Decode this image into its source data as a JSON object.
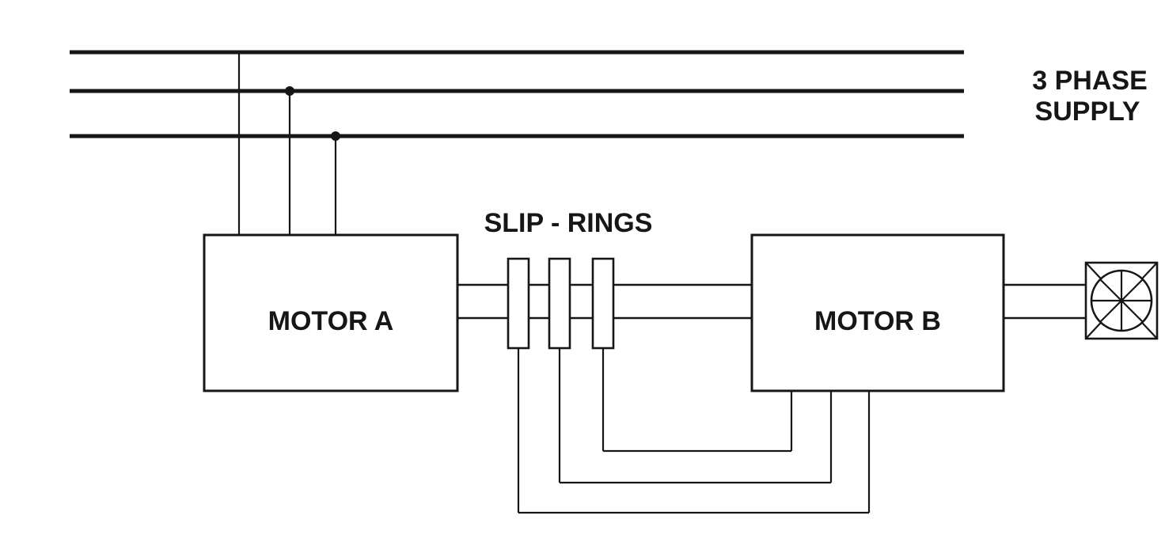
{
  "labels": {
    "supply_line_1": "3 PHASE",
    "supply_line_2": "SUPPLY",
    "motor_a": "MOTOR A",
    "slip_rings": "SLIP - RINGS",
    "motor_b": "MOTOR B"
  },
  "colors": {
    "ink": "#161616",
    "background": "#ffffff"
  },
  "structure": {
    "phase_line_count": 3,
    "slip_ring_count": 3
  }
}
